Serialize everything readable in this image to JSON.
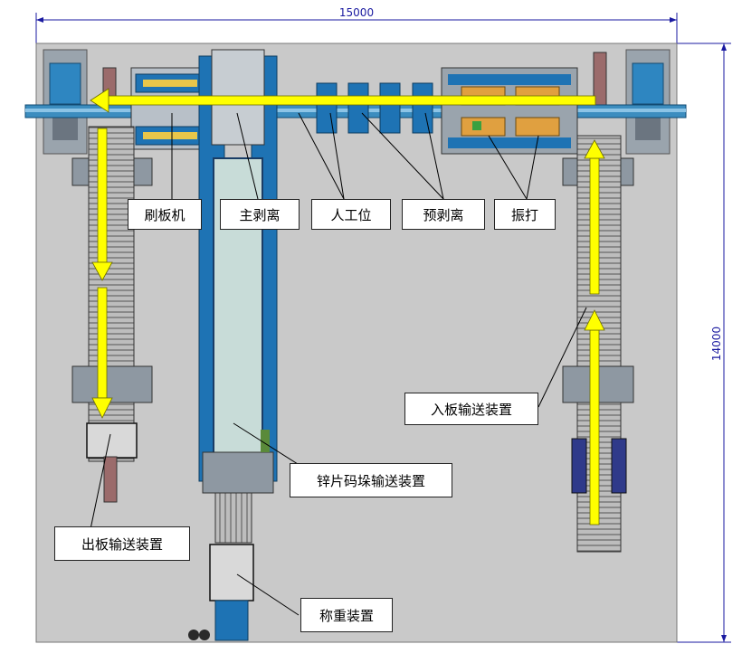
{
  "dimensions": {
    "width_label": "15000",
    "height_label": "14000"
  },
  "labels": {
    "brush_machine": "刷板机",
    "main_stripping": "主剥离",
    "manual_station": "人工位",
    "pre_stripping": "预剥离",
    "vibrating": "振打",
    "inlet_conveyor": "入板输送装置",
    "zinc_stacking_conveyor": "锌片码垛输送装置",
    "outlet_conveyor": "出板输送装置",
    "weighing_device": "称重装置"
  },
  "colors": {
    "floor": "#c9c9c9",
    "steel_blue": "#1e73b4",
    "light_blue": "#59a8d8",
    "arrow_yellow": "#ffff00",
    "dimension": "#1a1aa0",
    "panel_green": "#c8dcd8",
    "orange_unit": "#e0a040"
  }
}
